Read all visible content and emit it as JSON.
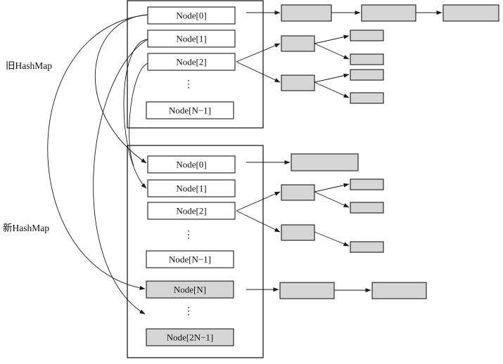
{
  "old_map": {
    "label": "旧HashMap",
    "nodes": [
      "Node[0]",
      "Node[1]",
      "Node[2]",
      "⋮",
      "Node[N−1]"
    ]
  },
  "new_map": {
    "label": "新HashMap",
    "nodes": [
      "Node[0]",
      "Node[1]",
      "Node[2]",
      "⋮",
      "Node[N−1]",
      "Node[N]",
      "⋮",
      "Node[2N−1]"
    ]
  }
}
